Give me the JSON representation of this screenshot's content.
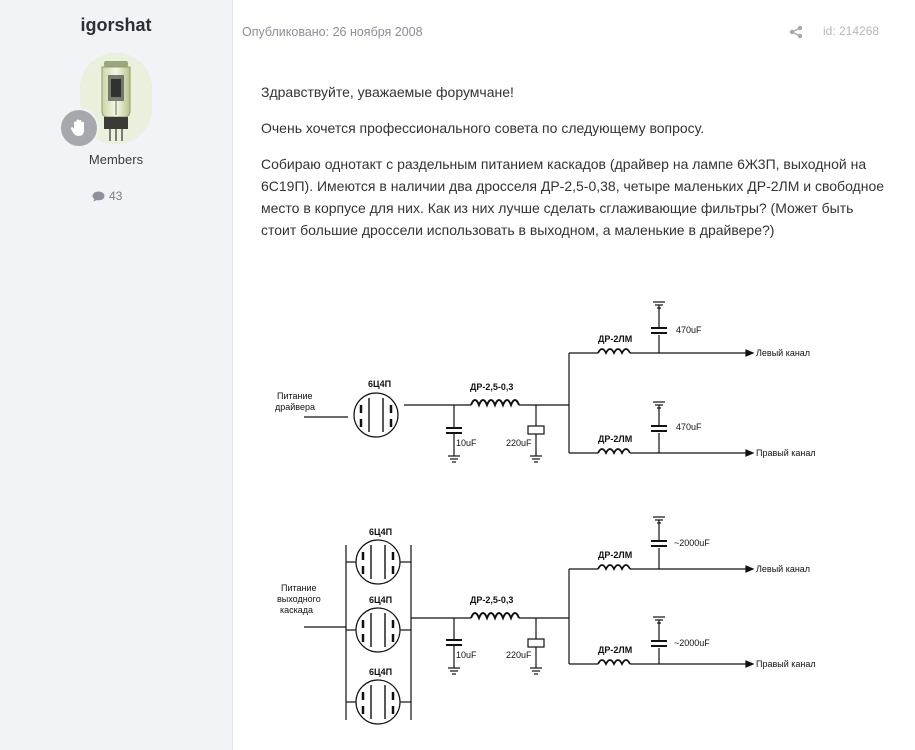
{
  "author": {
    "username": "igorshat",
    "group": "Members",
    "post_count": "43"
  },
  "post": {
    "published": "Опубликовано: 26 ноября 2008",
    "id": "id: 214268",
    "paragraphs": [
      "Здравствуйте, уважаемые форумчане!",
      "Очень хочется профессионального совета по следующему вопросу.",
      "Собираю однотакт с раздельным питанием каскадов (драйвер на лампе 6Ж3П, выходной на 6С19П). Имеются в наличии два дросселя ДР-2,5-0,38, четыре маленьких ДР-2ЛМ и свободное место в корпусе для них. Как из них лучше сделать сглаживающие фильтры? (Может быть стоит большие дроссели использовать в выходном, а маленькие в драйвере?)"
    ]
  },
  "diagram": {
    "top": {
      "supply_label_1": "Питание",
      "supply_label_2": "драйвера",
      "tube": "6Ц4П",
      "choke_main": "ДР-2,5-0,3",
      "cap_1": "10uF",
      "cap_2": "220uF",
      "choke_left": "ДР-2ЛМ",
      "choke_right": "ДР-2ЛМ",
      "cap_left": "470uF",
      "cap_right": "470uF",
      "out_left": "Левый канал",
      "out_right": "Правый канал"
    },
    "bottom": {
      "supply_label_1": "Питание",
      "supply_label_2": "выходного",
      "supply_label_3": "каскада",
      "tube_1": "6Ц4П",
      "tube_2": "6Ц4П",
      "tube_3": "6Ц4П",
      "choke_main": "ДР-2,5-0,3",
      "cap_1": "10uF",
      "cap_2": "220uF",
      "choke_left": "ДР-2ЛМ",
      "choke_right": "ДР-2ЛМ",
      "cap_left": "~2000uF",
      "cap_right": "~2000uF",
      "out_left": "Левый канал",
      "out_right": "Правый канал"
    }
  },
  "colors": {
    "sidebar_bg": "#f2f3f6",
    "username": "#2c2f36",
    "meta": "#8a8e96"
  }
}
